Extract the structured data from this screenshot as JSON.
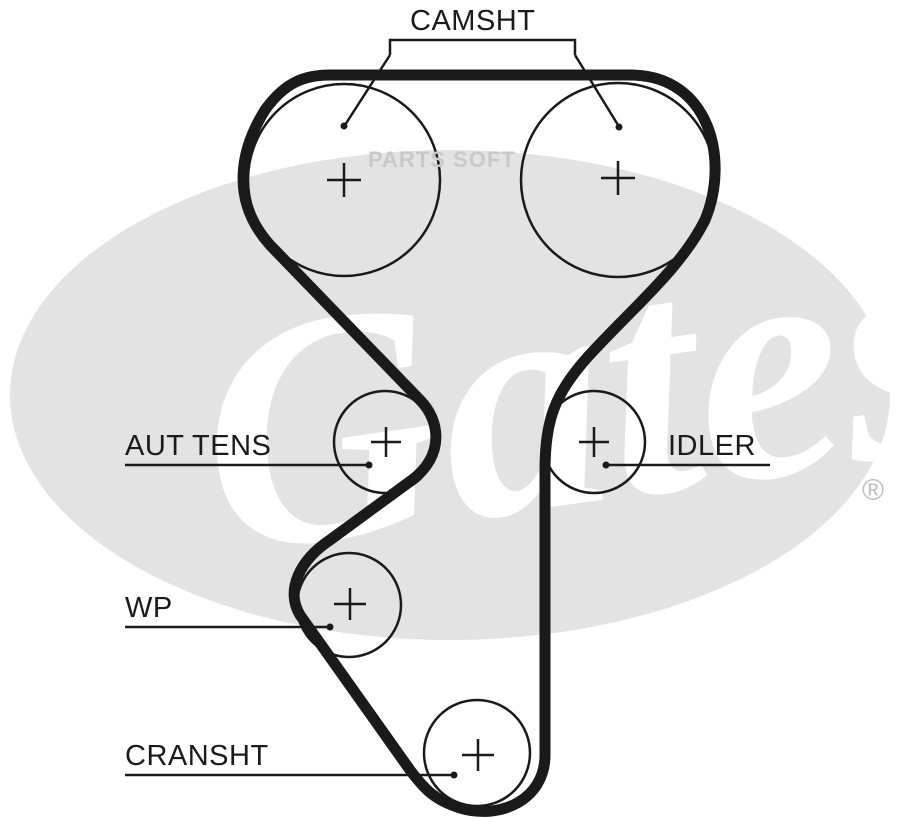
{
  "labels": {
    "camshaft": "CAMSHT",
    "auto_tensioner": "AUT TENS",
    "idler": "IDLER",
    "water_pump": "WP",
    "crankshaft": "CRANSHT"
  },
  "watermark": "PARTS SOFT",
  "brand_logo": "Gates",
  "registered_mark": "®",
  "colors": {
    "line": "#1a1a1a",
    "logo_background": "#e3e3e3",
    "watermark": "#c9c9c9"
  }
}
